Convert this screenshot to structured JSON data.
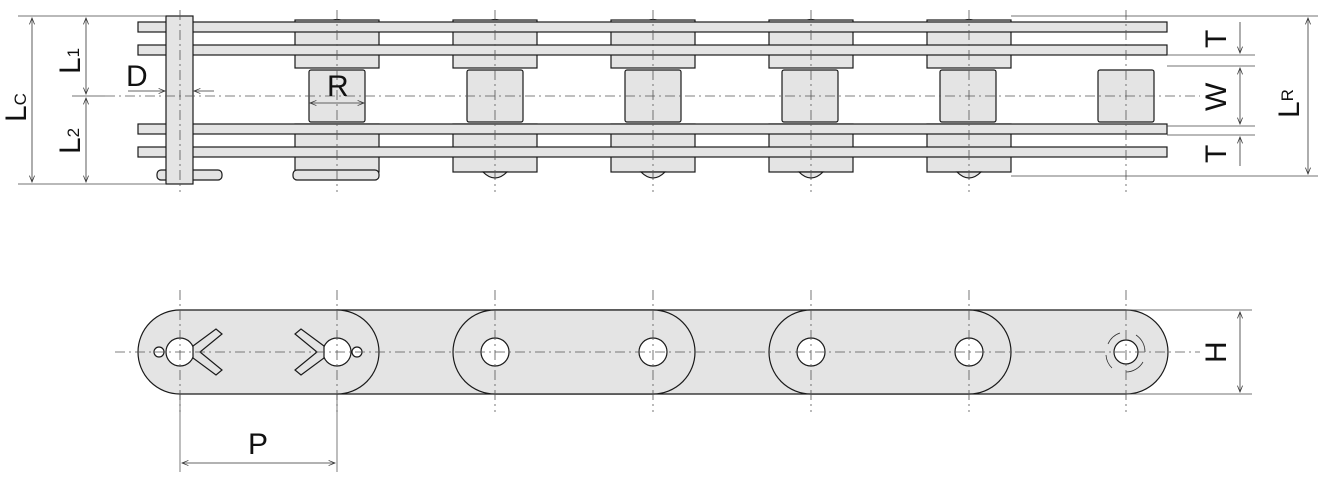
{
  "labels": {
    "Lc_main": "L",
    "Lc_sub": "C",
    "L1_main": "L",
    "L1_sub": "1",
    "L2_main": "L",
    "L2_sub": "2",
    "D": "D",
    "R": "R",
    "T_top": "T",
    "W": "W",
    "T_bottom": "T",
    "Lr_main": "L",
    "Lr_sub": "R",
    "H": "H",
    "P": "P"
  },
  "colors": {
    "part_fill": "#e4e4e4",
    "outline": "#1a1a1a",
    "background": "#ffffff"
  }
}
